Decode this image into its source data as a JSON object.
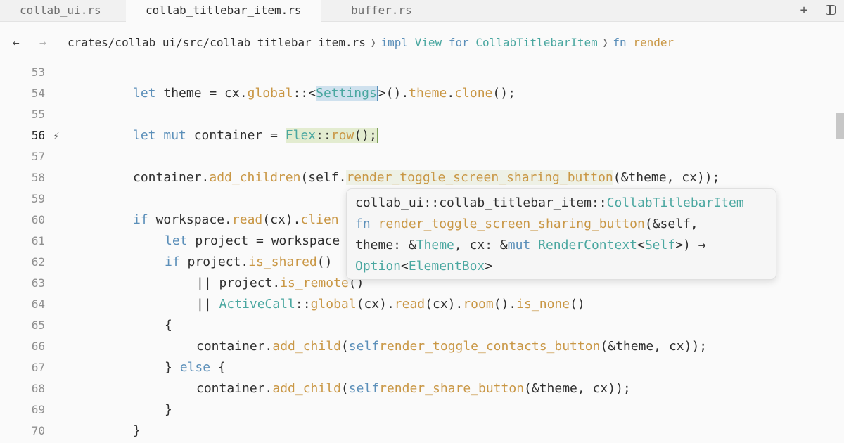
{
  "tabs": [
    {
      "label": "collab_ui.rs",
      "active": false
    },
    {
      "label": "collab_titlebar_item.rs",
      "active": true
    },
    {
      "label": "buffer.rs",
      "active": false
    }
  ],
  "tab_actions": {
    "new_tab": "+",
    "split_icon": "split-pane-icon"
  },
  "nav": {
    "back": "←",
    "forward": "→"
  },
  "breadcrumbs": {
    "path": "crates/collab_ui/src/collab_titlebar_item.rs",
    "separator": "❭",
    "impl_kw": "impl",
    "impl_trait": "View",
    "impl_for": "for",
    "impl_type": "CollabTitlebarItem",
    "fn_kw": "fn",
    "fn_name": "render"
  },
  "editor": {
    "line_numbers": [
      "53",
      "54",
      "55",
      "56",
      "57",
      "58",
      "59",
      "60",
      "61",
      "62",
      "63",
      "64",
      "65",
      "66",
      "67",
      "68",
      "69",
      "70"
    ],
    "current_line": "56",
    "current_line_icon": "lightning-bolt-icon",
    "lines": {
      "l54": {
        "let": "let",
        "a": " theme = cx.",
        "global": "global",
        "b": "::<",
        "settings": "Settings",
        "c": ">().",
        "theme": "theme",
        "d": ".",
        "clone": "clone",
        "e": "();"
      },
      "l56": {
        "let": "let",
        "mut": "mut",
        "a": " container = ",
        "flex": "Flex",
        "b": "::",
        "row": "row",
        "c": "();"
      },
      "l58": {
        "a": "container.",
        "add_children": "add_children",
        "b": "(self.",
        "call": "render_toggle_screen_sharing_button",
        "c": "(&theme, cx));"
      },
      "l60": {
        "if": "if",
        "a": " workspace.",
        "read": "read",
        "b": "(cx).",
        "clien": "clien"
      },
      "l61": {
        "let": "let",
        "a": " project = workspace"
      },
      "l62": {
        "if": "if",
        "a": " project.",
        "is_shared": "is_shared",
        "b": "()"
      },
      "l63": {
        "a": "|| project.",
        "is_remote": "is_remote",
        "b": "()"
      },
      "l64": {
        "a": "|| ",
        "activecall": "ActiveCall",
        "b": "::",
        "global": "global",
        "c": "(cx).",
        "read": "read",
        "d": "(cx).",
        "room": "room",
        "e": "().",
        "is_none": "is_none",
        "f": "()"
      },
      "l65": {
        "a": "{"
      },
      "l66": {
        "a": "container.",
        "add_child": "add_child",
        "b": "(",
        "self": "self",
        ".": ".",
        "fn": "render_toggle_contacts_button",
        "c": "(&theme, cx));"
      },
      "l67": {
        "a": "} ",
        "else": "else",
        "b": " {"
      },
      "l68": {
        "a": "container.",
        "add_child": "add_child",
        "b": "(",
        "self": "self",
        ".": ".",
        "fn": "render_share_button",
        "c": "(&theme, cx));"
      },
      "l69": {
        "a": "}"
      },
      "l70": {
        "a": "}"
      }
    }
  },
  "hover_popover": {
    "line1_path": "collab_ui::collab_titlebar_item::",
    "line1_type": "CollabTitlebarItem",
    "line2_fn": "fn",
    "line2_name": "render_toggle_screen_sharing_button",
    "line2_rest": "(&self,",
    "line3_theme": "theme: &",
    "line3_Theme": "Theme",
    "line3_cx": ", cx: &",
    "line3_mut": "mut",
    "line3_rc": "RenderContext",
    "line3_lt": "<",
    "line3_self": "Self",
    "line3_end": ">) →",
    "line4_option": "Option",
    "line4_lt": "<",
    "line4_elementbox": "ElementBox",
    "line4_gt": ">"
  }
}
